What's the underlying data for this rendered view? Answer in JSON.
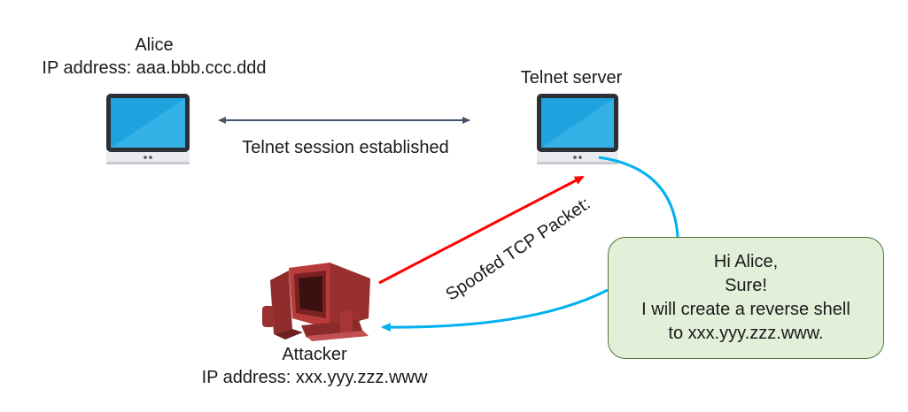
{
  "alice": {
    "name": "Alice",
    "ip": "IP address: aaa.bbb.ccc.ddd"
  },
  "server": {
    "name": "Telnet server"
  },
  "attacker": {
    "name": "Attacker",
    "ip": "IP address: xxx.yyy.zzz.www"
  },
  "session": {
    "label": "Telnet session established"
  },
  "spoofed": {
    "label": "Spoofed TCP Packet:"
  },
  "message": {
    "lines": [
      "Hi Alice,",
      "Sure!",
      "I will create a reverse shell",
      "to xxx.yyy.zzz.www."
    ]
  },
  "colors": {
    "spoof_arrow": "#ff0000",
    "reply_arrow": "#00b0f0",
    "session_arrow": "#44546a",
    "bubble_fill": "#e2efd9",
    "bubble_border": "#4f7a3a",
    "attacker_machine": "#b33a3a"
  },
  "icons": {
    "alice": "desktop-computer-icon",
    "server": "desktop-computer-icon",
    "attacker": "retro-computer-icon"
  }
}
